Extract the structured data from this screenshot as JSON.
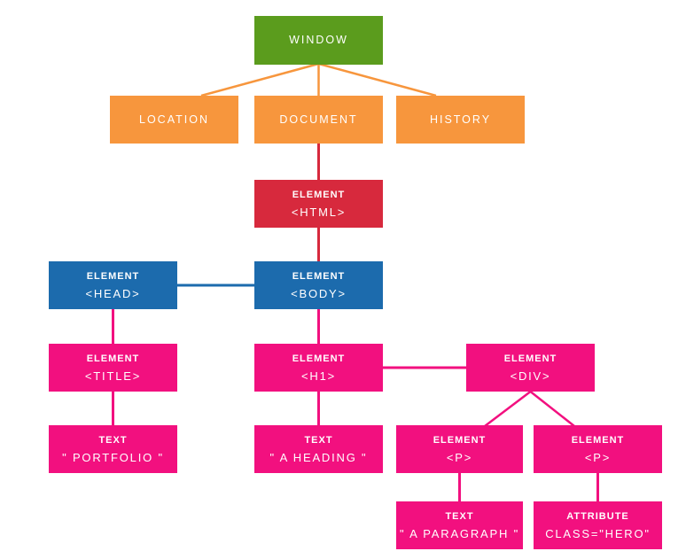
{
  "diagram": {
    "type": "tree",
    "description": "DOM tree of a web page, from the window object down to elements, text nodes and attributes"
  },
  "palette": {
    "green": "#5b9c1d",
    "orange": "#f7963d",
    "red": "#d7293d",
    "blue": "#1c6bad",
    "pink": "#f2107f",
    "node_text": "#ffffff",
    "background": "#ffffff"
  },
  "nodes": {
    "window": {
      "line1": "WINDOW",
      "color": "green"
    },
    "location": {
      "line1": "LOCATION",
      "color": "orange"
    },
    "document": {
      "line1": "DOCUMENT",
      "color": "orange"
    },
    "history": {
      "line1": "HISTORY",
      "color": "orange"
    },
    "html": {
      "line1": "ELEMENT",
      "line2": "<HTML>",
      "color": "red"
    },
    "head": {
      "line1": "ELEMENT",
      "line2": "<HEAD>",
      "color": "blue"
    },
    "body": {
      "line1": "ELEMENT",
      "line2": "<BODY>",
      "color": "blue"
    },
    "title": {
      "line1": "ELEMENT",
      "line2": "<TITLE>",
      "color": "pink"
    },
    "h1": {
      "line1": "ELEMENT",
      "line2": "<H1>",
      "color": "pink"
    },
    "div": {
      "line1": "ELEMENT",
      "line2": "<DIV>",
      "color": "pink"
    },
    "portfolio": {
      "line1": "TEXT",
      "line2": "\" PORTFOLIO \"",
      "color": "pink"
    },
    "heading": {
      "line1": "TEXT",
      "line2": "\" A HEADING \"",
      "color": "pink"
    },
    "p1": {
      "line1": "ELEMENT",
      "line2": "<P>",
      "color": "pink"
    },
    "p2": {
      "line1": "ELEMENT",
      "line2": "<P>",
      "color": "pink"
    },
    "paragraph": {
      "line1": "TEXT",
      "line2": "\" A PARAGRAPH \"",
      "color": "pink"
    },
    "attribute": {
      "line1": "ATTRIBUTE",
      "line2": "CLASS=\"HERO\"",
      "color": "pink"
    }
  },
  "edges": [
    {
      "from": "window",
      "to": "location",
      "color": "orange"
    },
    {
      "from": "window",
      "to": "document",
      "color": "orange"
    },
    {
      "from": "window",
      "to": "history",
      "color": "orange"
    },
    {
      "from": "document",
      "to": "html",
      "color": "red"
    },
    {
      "from": "html",
      "to": "body",
      "color": "red"
    },
    {
      "from": "head",
      "to": "body",
      "color": "blue"
    },
    {
      "from": "head",
      "to": "title",
      "color": "pink"
    },
    {
      "from": "body",
      "to": "h1",
      "color": "pink"
    },
    {
      "from": "title",
      "to": "portfolio",
      "color": "pink"
    },
    {
      "from": "h1",
      "to": "heading",
      "color": "pink"
    },
    {
      "from": "h1",
      "to": "div",
      "color": "pink"
    },
    {
      "from": "div",
      "to": "p1",
      "color": "pink"
    },
    {
      "from": "div",
      "to": "p2",
      "color": "pink"
    },
    {
      "from": "p1",
      "to": "paragraph",
      "color": "pink"
    },
    {
      "from": "p2",
      "to": "attribute",
      "color": "pink"
    }
  ]
}
